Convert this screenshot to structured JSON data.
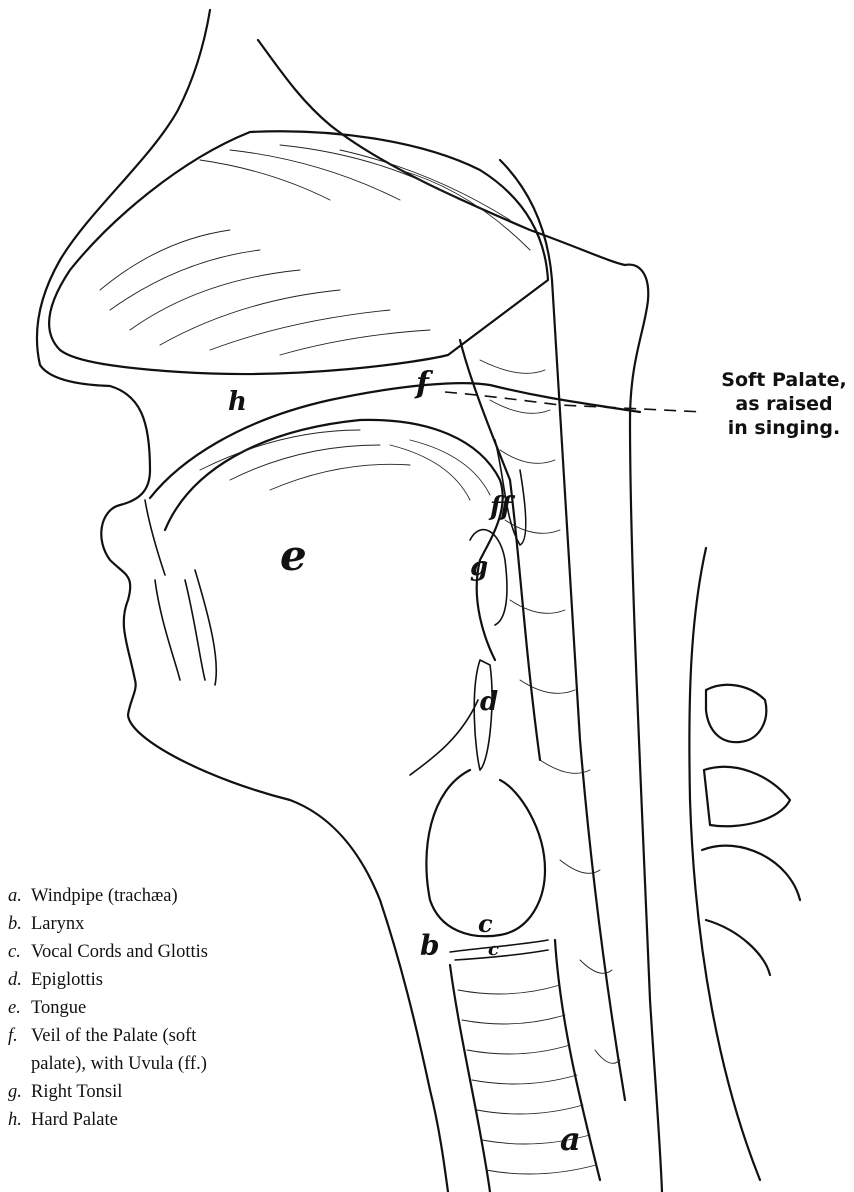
{
  "callout": {
    "lines": [
      "Soft Palate,",
      "as raised",
      "in singing."
    ]
  },
  "diagram_labels": {
    "a": "a",
    "b": "b",
    "c_upper": "c",
    "c_lower": "c",
    "d": "d",
    "e": "e",
    "f": "f",
    "ff": "ff",
    "g": "g",
    "h": "h"
  },
  "legend": [
    {
      "key": "a.",
      "text": "Windpipe (trachæa)"
    },
    {
      "key": "b.",
      "text": "Larynx"
    },
    {
      "key": "c.",
      "text": "Vocal Cords and Glottis"
    },
    {
      "key": "d.",
      "text": "Epiglottis"
    },
    {
      "key": "e.",
      "text": "Tongue"
    },
    {
      "key": "f.",
      "text": "Veil of the Palate (soft",
      "continuation": "palate), with Uvula (ff.)"
    },
    {
      "key": "g.",
      "text": "Right Tonsil"
    },
    {
      "key": "h.",
      "text": "Hard Palate"
    }
  ]
}
